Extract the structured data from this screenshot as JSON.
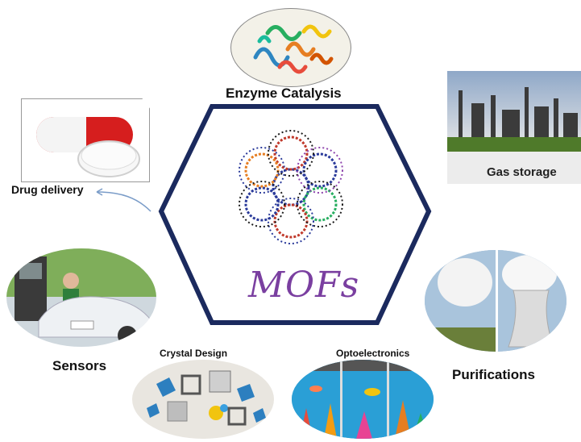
{
  "center": {
    "title": "MOFs"
  },
  "applications": {
    "enzyme": "Enzyme Catalysis",
    "drug": "Drug delivery",
    "gas": "Gas storage",
    "sensors": "Sensors",
    "purifications": "Purifications",
    "crystal": "Crystal Design",
    "opto": "Optoelectronics"
  },
  "colors": {
    "hexagon_border": "#1b2a5e",
    "mofs_text": "#7a3fa0",
    "arrow": "#7a9cc8"
  },
  "icons": {
    "enzyme": "protein-structure-image",
    "drug": "pills-image",
    "gas": "refinery-image",
    "sensors": "car-fueling-image",
    "purifications": "cooling-tower-image",
    "crystal": "crystal-polyhedra-image",
    "opto": "aquarium-display-image",
    "center": "mof-framework-image"
  }
}
